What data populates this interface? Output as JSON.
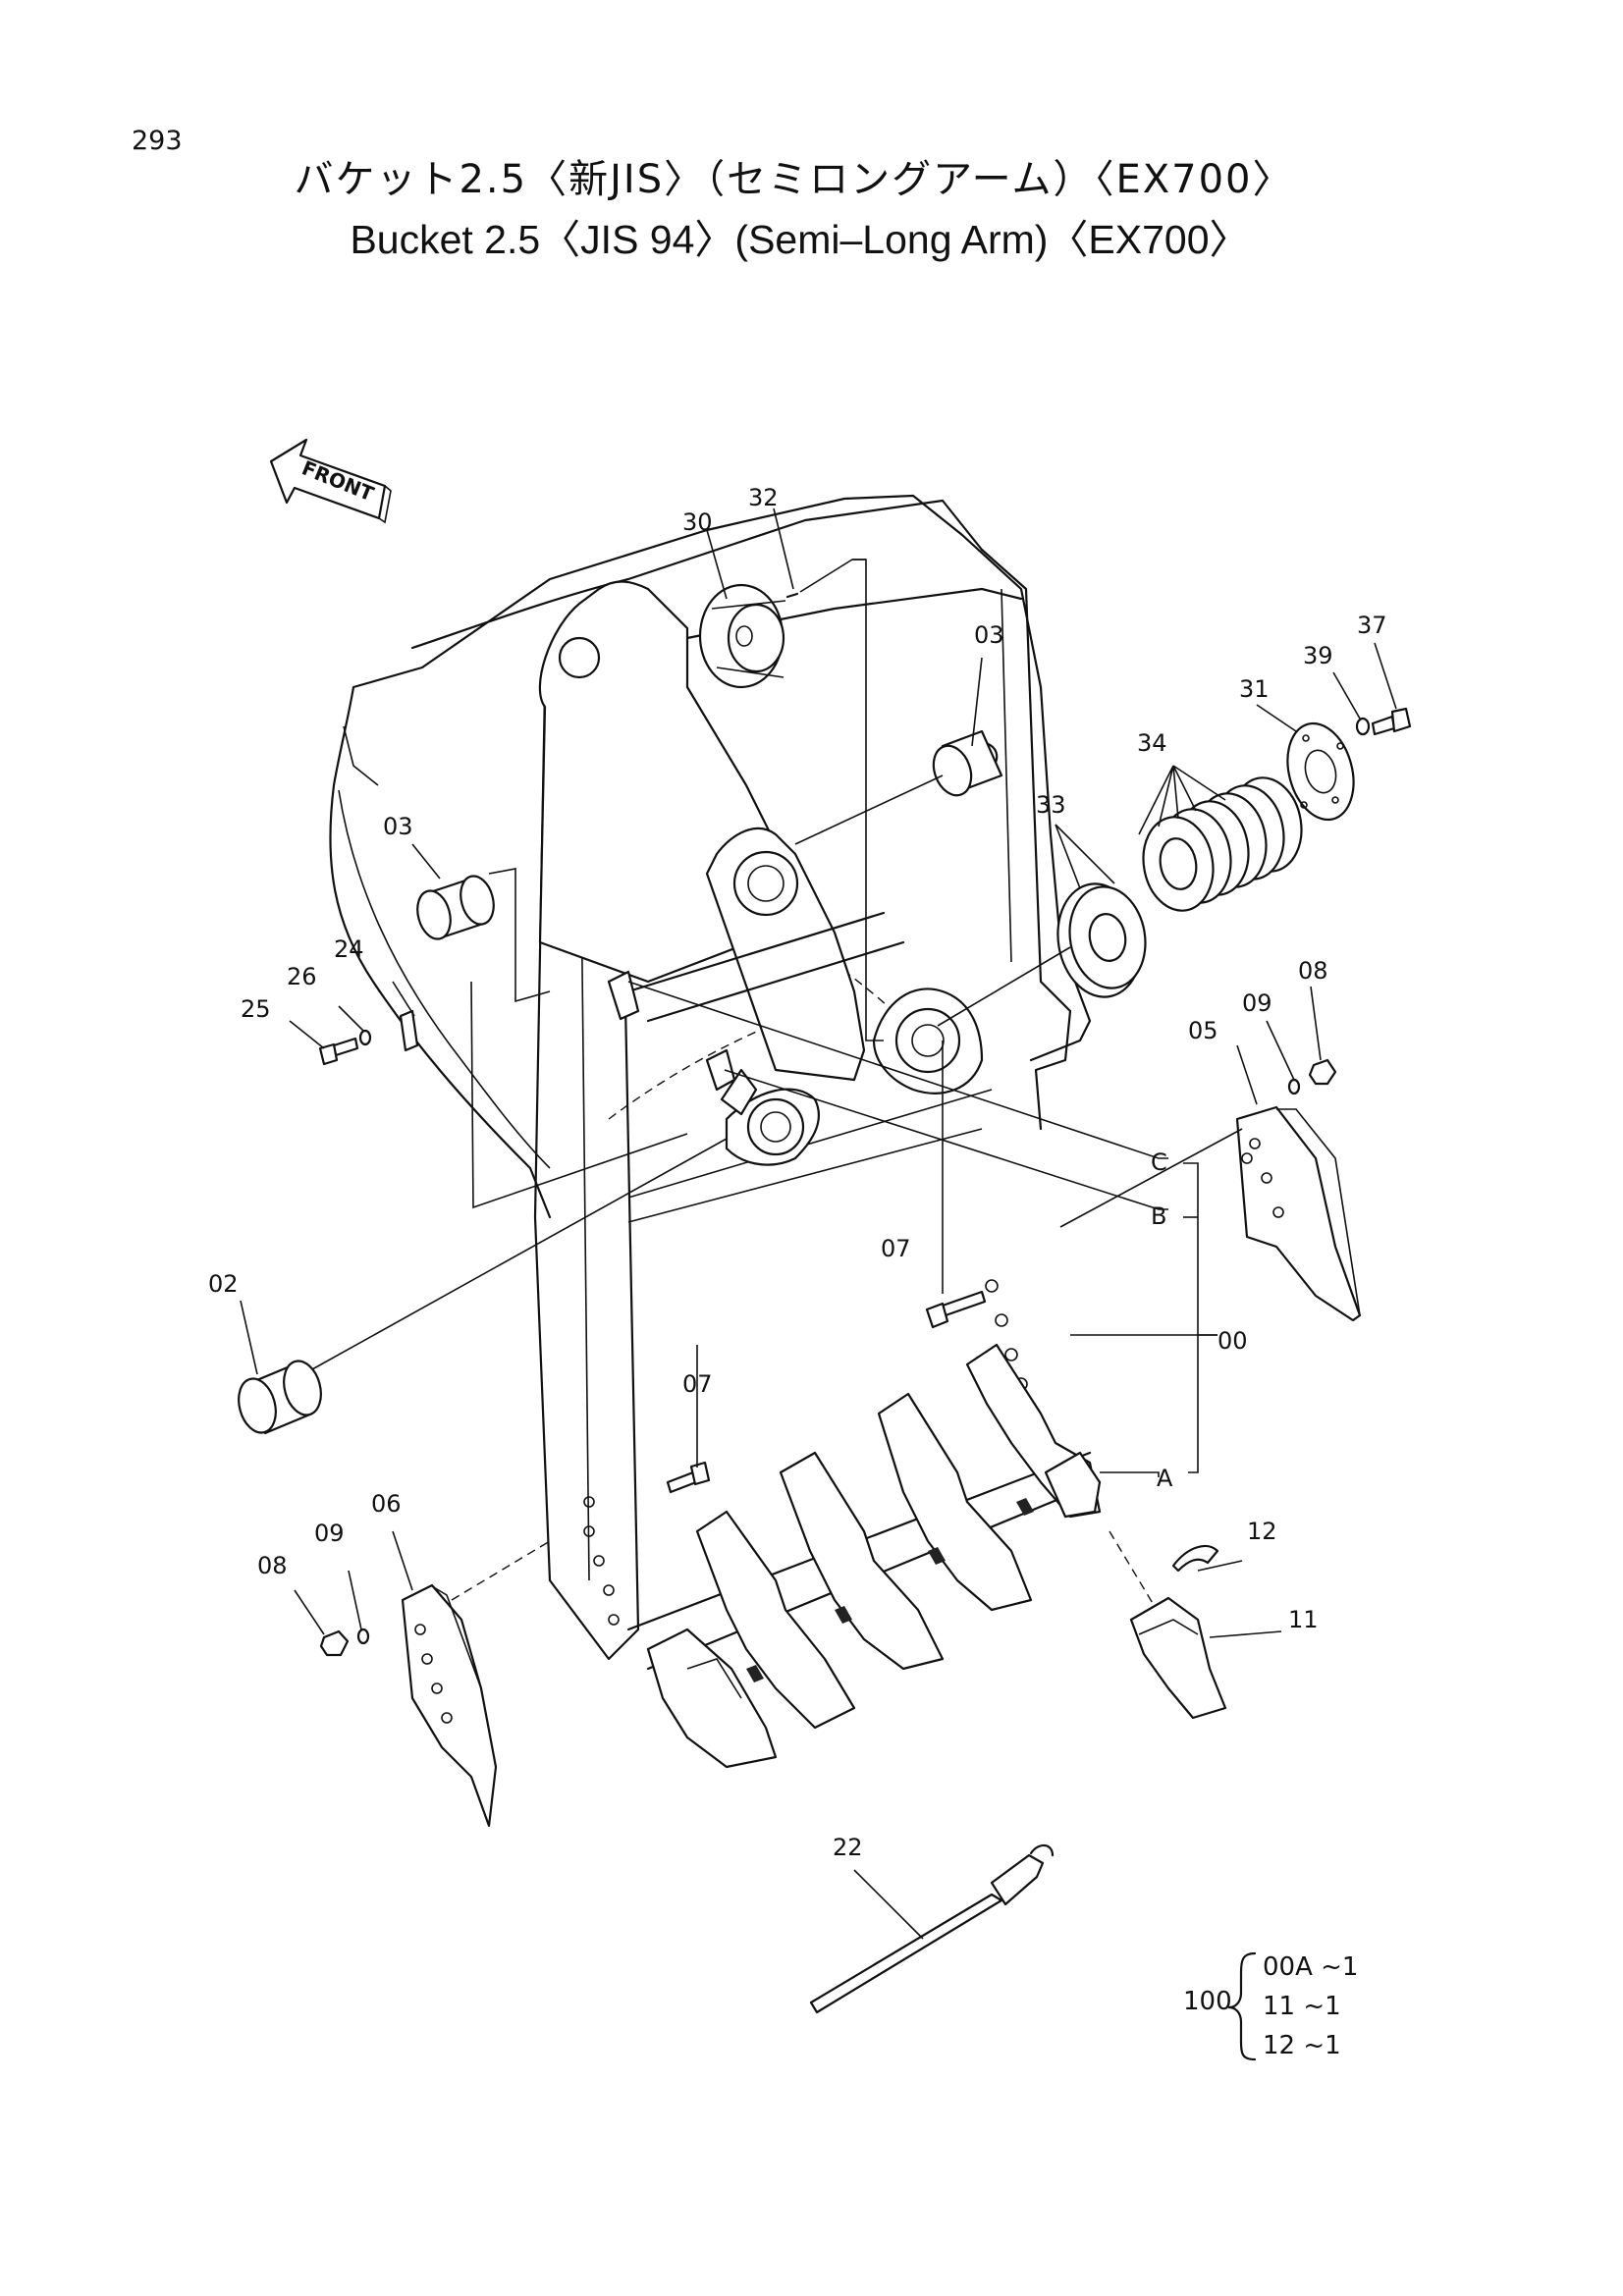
{
  "page_number": "293",
  "title_jp": "バケット2.5〈新JIS〉（セミロングアーム）〈EX700〉",
  "title_en": "Bucket 2.5〈JIS 94〉(Semi–Long Arm)〈EX700〉",
  "front_label": "FRONT",
  "callouts": {
    "c00": "00",
    "c02": "02",
    "c03a": "03",
    "c03b": "03",
    "c05": "05",
    "c06": "06",
    "c07a": "07",
    "c07b": "07",
    "c08a": "08",
    "c08b": "08",
    "c09a": "09",
    "c09b": "09",
    "c11": "11",
    "c12": "12",
    "c22": "22",
    "c24": "24",
    "c25": "25",
    "c26": "26",
    "c30": "30",
    "c31": "31",
    "c32": "32",
    "c33": "33",
    "c34": "34",
    "c37": "37",
    "c39": "39",
    "cA": "A",
    "cB": "B",
    "cC": "C"
  },
  "kit": {
    "number": "100",
    "items": [
      "00A ~1",
      "11 ~1",
      "12 ~1"
    ]
  }
}
